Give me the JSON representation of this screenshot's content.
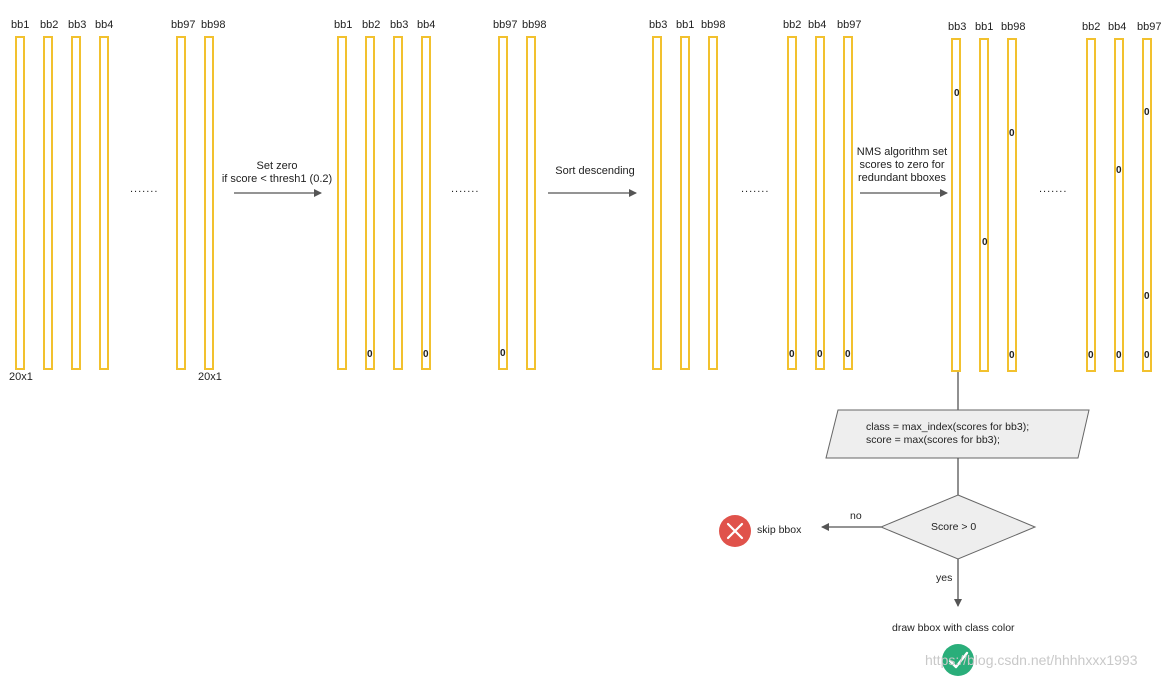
{
  "groups": [
    {
      "labels": [
        "bb1",
        "bb2",
        "bb3",
        "bb4",
        "bb97",
        "bb98"
      ],
      "zeros": [],
      "dims_left": "20x1",
      "dims_right": "20x1"
    },
    {
      "labels": [
        "bb1",
        "bb2",
        "bb3",
        "bb4",
        "bb97",
        "bb98"
      ],
      "zeros": [
        "0",
        "0",
        "0"
      ]
    },
    {
      "labels": [
        "bb3",
        "bb1",
        "bb98",
        "bb2",
        "bb4",
        "bb97"
      ],
      "zeros": [
        "0",
        "0",
        "0"
      ]
    },
    {
      "labels": [
        "bb3",
        "bb1",
        "bb98",
        "bb2",
        "bb4",
        "bb97"
      ],
      "zeros": [
        "0",
        "0",
        "0",
        "0",
        "0",
        "0",
        "0",
        "0",
        "0",
        "0"
      ]
    }
  ],
  "ellipsis": ".......",
  "steps": {
    "set_zero_line1": "Set zero",
    "set_zero_line2": "if score < thresh1 (0.2)",
    "sort": "Sort descending",
    "nms_line1": "NMS algorithm set",
    "nms_line2": "scores to zero for",
    "nms_line3": "redundant bboxes"
  },
  "flow": {
    "assign_line1": "class = max_index(scores for bb3);",
    "assign_line2": "score = max(scores for bb3);",
    "decision": "Score > 0",
    "no_label": "no",
    "yes_label": "yes",
    "skip": "skip bbox",
    "draw": "draw bbox with class color"
  },
  "watermark": "https://blog.csdn.net/hhhhxxx1993",
  "colors": {
    "column_border": "#f2c12e",
    "diamond_fill": "#eeeeee",
    "skip_icon": "#e0524b",
    "check_icon": "#2aae7a"
  }
}
